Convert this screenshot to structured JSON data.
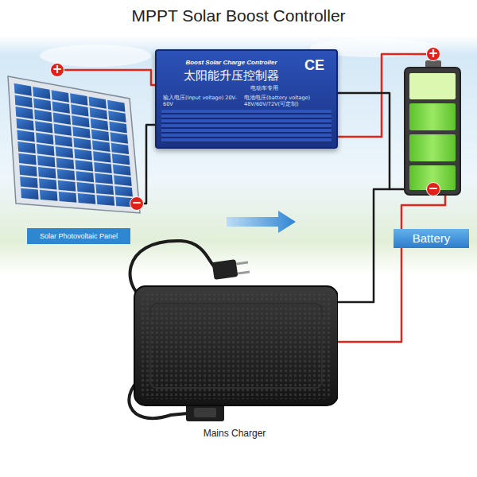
{
  "diagram": {
    "title": "MPPT Solar Boost Controller",
    "nodes": [
      {
        "text": [
          "Solar Photovoltaic Panel"
        ]
      },
      {
        "text": [
          "Boost Solar Charge Controller",
          "太阳能升压控制器",
          "电动车专用",
          "CE",
          "输入电压(Input voltage) 20V-60V",
          "电池电压(battery voltage) 48V/60V/72V(可定制)"
        ]
      },
      {
        "text": [
          "Battery"
        ]
      },
      {
        "text": [
          "Mains Charger"
        ]
      }
    ],
    "edges": [
      {
        "from": 0,
        "to": 1,
        "arrow": "none"
      },
      {
        "from": 1,
        "to": 2,
        "arrow": "none"
      },
      {
        "from": 3,
        "to": 2,
        "arrow": "none"
      }
    ],
    "labels": [
      "+",
      "−",
      "+",
      "−"
    ]
  }
}
